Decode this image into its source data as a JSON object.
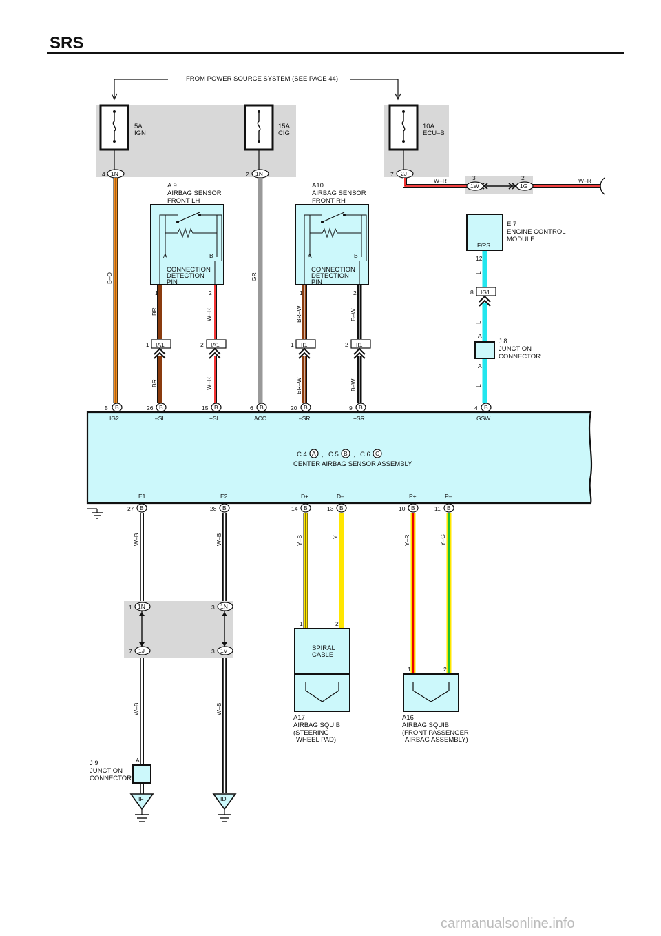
{
  "header": {
    "title": "SRS"
  },
  "source_note": "FROM POWER SOURCE SYSTEM (SEE PAGE 44)",
  "fuses": [
    {
      "rating": "5A",
      "name": "IGN",
      "pin": "4",
      "conn": "1N"
    },
    {
      "rating": "15A",
      "name": "CIG",
      "pin": "2",
      "conn": "1N"
    },
    {
      "rating": "10A",
      "name": "ECU–B",
      "pin": "7",
      "conn": "2J"
    }
  ],
  "sensor_lh": {
    "code": "A 9",
    "line1": "AIRBAG SENSOR",
    "line2": "FRONT LH",
    "pin_a": "A",
    "pin_b": "B",
    "cd1": "CONNECTION",
    "cd2": "DETECTION",
    "cd3": "PIN",
    "p1": "1",
    "p2": "2"
  },
  "sensor_rh": {
    "code": "A10",
    "line1": "AIRBAG SENSOR",
    "line2": "FRONT RH",
    "pin_a": "A",
    "pin_b": "B",
    "cd1": "CONNECTION",
    "cd2": "DETECTION",
    "cd3": "PIN",
    "p1": "1",
    "p2": "2"
  },
  "ecm": {
    "code": "E 7",
    "line1": "ENGINE CONTROL",
    "line2": "MODULE",
    "pin_name": "F/PS",
    "pin": "12"
  },
  "top_right": {
    "pin3": "3",
    "conn1w": "1W",
    "pin2": "2",
    "conn1g": "1G",
    "wire_a": "W–R",
    "wire_b": "W–R"
  },
  "wires": {
    "b_o": "B–O",
    "gr": "GR",
    "br": "BR",
    "w_r": "W–R",
    "br_w": "BR–W",
    "b_w": "B–W",
    "l": "L",
    "w_b": "W–B",
    "y_b": "Y–B",
    "y": "Y",
    "y_r": "Y–R",
    "y_g": "Y–G"
  },
  "connectors": {
    "ia1_a": {
      "pin": "1",
      "name": "IA1"
    },
    "ia1_b": {
      "pin": "2",
      "name": "IA1"
    },
    "ii1_a": {
      "pin": "1",
      "name": "II1"
    },
    "ii1_b": {
      "pin": "2",
      "name": "II1"
    },
    "ig1": {
      "pin": "8",
      "name": "IG1"
    }
  },
  "j8": {
    "code": "J 8",
    "line1": "JUNCTION",
    "line2": "CONNECTOR",
    "a": "A"
  },
  "center": {
    "conn_text": "C 4",
    "conn_a": "A",
    "sep1": ",",
    "conn_c5": "C 5",
    "conn_b": "B",
    "sep2": ",",
    "conn_c6": "C 6",
    "conn_c": "C",
    "name": "CENTER AIRBAG SENSOR ASSEMBLY",
    "top_pins": [
      {
        "num": "5",
        "label": "IG2"
      },
      {
        "num": "26",
        "label": "–SL"
      },
      {
        "num": "15",
        "label": "+SL"
      },
      {
        "num": "6",
        "label": "ACC"
      },
      {
        "num": "20",
        "label": "–SR"
      },
      {
        "num": "9",
        "label": "+SR"
      },
      {
        "num": "4",
        "label": "GSW"
      }
    ],
    "bottom_pins": [
      {
        "num": "27",
        "label": "E1"
      },
      {
        "num": "28",
        "label": "E2"
      },
      {
        "num": "14",
        "label": "D+"
      },
      {
        "num": "13",
        "label": "D–"
      },
      {
        "num": "10",
        "label": "P+"
      },
      {
        "num": "11",
        "label": "P–"
      }
    ],
    "pin_conn": "B"
  },
  "lower_conns": {
    "c1": {
      "pin": "1",
      "name": "1N"
    },
    "c2": {
      "pin": "3",
      "name": "1N"
    },
    "c3": {
      "pin": "7",
      "name": "1J"
    },
    "c4": {
      "pin": "3",
      "name": "1V"
    }
  },
  "spiral": {
    "line1": "SPIRAL",
    "line2": "CABLE",
    "p1": "1",
    "p2": "2"
  },
  "a17": {
    "code": "A17",
    "line1": "AIRBAG SQUIB",
    "line2": "(STEERING",
    "line3": "WHEEL PAD)"
  },
  "a16": {
    "code": "A16",
    "line1": "AIRBAG SQUIB",
    "line2": "(FRONT PASSENGER",
    "line3": "AIRBAG ASSEMBLY)",
    "p1": "1",
    "p2": "2"
  },
  "j9": {
    "code": "J 9",
    "line1": "JUNCTION",
    "line2": "CONNECTOR",
    "a": "A"
  },
  "grounds": {
    "if": "IF",
    "id": "ID"
  },
  "watermark": "carmanualsonline.info"
}
